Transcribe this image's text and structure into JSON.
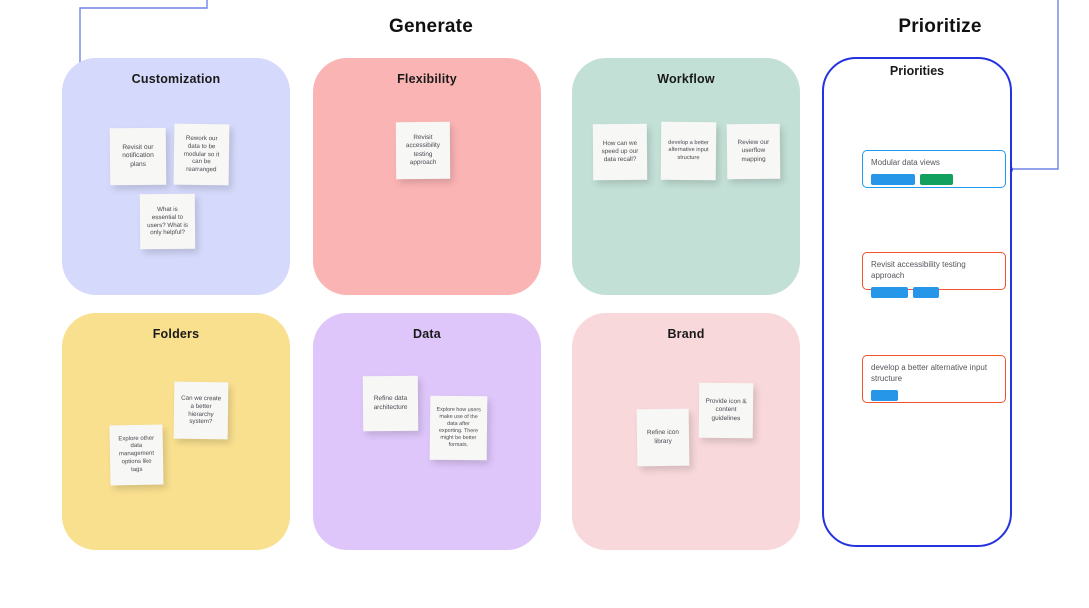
{
  "phases": {
    "generate": "Generate",
    "prioritize": "Prioritize"
  },
  "panels": [
    {
      "id": "customization",
      "title": "Customization",
      "color": "#d5d9fb",
      "notes": [
        {
          "text": "Revisit our notification plans"
        },
        {
          "text": "Rework our data to be modular so it can be rearranged"
        },
        {
          "text": "What is essential to users? What is only helpful?"
        }
      ]
    },
    {
      "id": "flexibility",
      "title": "Flexibility",
      "color": "#fbb4b4",
      "notes": [
        {
          "text": "Revisit accessibility testing approach"
        }
      ]
    },
    {
      "id": "workflow",
      "title": "Workflow",
      "color": "#c3e0d7",
      "notes": [
        {
          "text": "How can we speed up our data recall?"
        },
        {
          "text": "develop a better alternative input structure"
        },
        {
          "text": "Review our userflow mapping"
        }
      ]
    },
    {
      "id": "folders",
      "title": "Folders",
      "color": "#f9e08f",
      "notes": [
        {
          "text": "Can we create a better hierarchy system?"
        },
        {
          "text": "Explore other data management options like tags"
        }
      ]
    },
    {
      "id": "data",
      "title": "Data",
      "color": "#dec6fa",
      "notes": [
        {
          "text": "Refine data architecture"
        },
        {
          "text": "Explore how users make use of the data after exporting. There might be better formats."
        }
      ]
    },
    {
      "id": "brand",
      "title": "Brand",
      "color": "#f8d8da",
      "notes": [
        {
          "text": "Refine icon library"
        },
        {
          "text": "Provide icon & content guidelines"
        }
      ]
    }
  ],
  "prioritize": {
    "frame_title": "Priorities",
    "frame_border_color": "#2432e0",
    "cards": [
      {
        "text": "Modular data views",
        "border_color": "#1e9bf0",
        "tags": [
          {
            "color": "#2596e8",
            "width": 44
          },
          {
            "color": "#12a05f",
            "width": 33
          }
        ]
      },
      {
        "text": "Revisit accessibility testing approach",
        "border_color": "#f4522d",
        "tags": [
          {
            "color": "#2596e8",
            "width": 37
          },
          {
            "color": "#2596e8",
            "width": 26
          }
        ]
      },
      {
        "text": "develop a better alternative input structure",
        "border_color": "#f4522d",
        "tags": [
          {
            "color": "#2596e8",
            "width": 27
          }
        ]
      }
    ]
  },
  "connectors": {
    "line_color": "#5a6ce0",
    "light_line_color": "#8e9cf0",
    "dot_color": "#3b4fd8"
  }
}
